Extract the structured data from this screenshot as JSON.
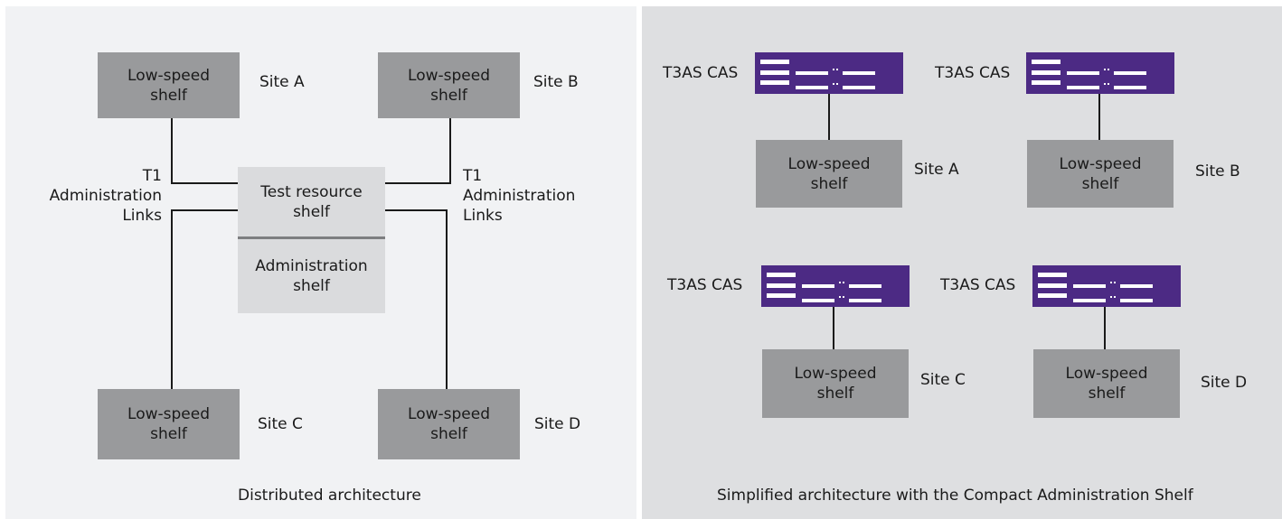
{
  "distributed": {
    "caption": "Distributed architecture",
    "shelf_label": "Low-speed\nshelf",
    "sites": [
      "Site A",
      "Site B",
      "Site C",
      "Site D"
    ],
    "link_label": "T1\nAdministration\nLinks",
    "test_resource_shelf": "Test resource\nshelf",
    "administration_shelf": "Administration\nshelf"
  },
  "simplified": {
    "caption": "Simplified architecture with the Compact Administration Shelf",
    "device_label": "T3AS CAS",
    "shelf_label": "Low-speed\nshelf",
    "sites": [
      "Site A",
      "Site B",
      "Site C",
      "Site D"
    ]
  },
  "colors": {
    "cas_device": "#4c2a84",
    "shelf": "#999a9c",
    "left_background": "#f1f2f4",
    "right_background": "#dedfe1"
  }
}
